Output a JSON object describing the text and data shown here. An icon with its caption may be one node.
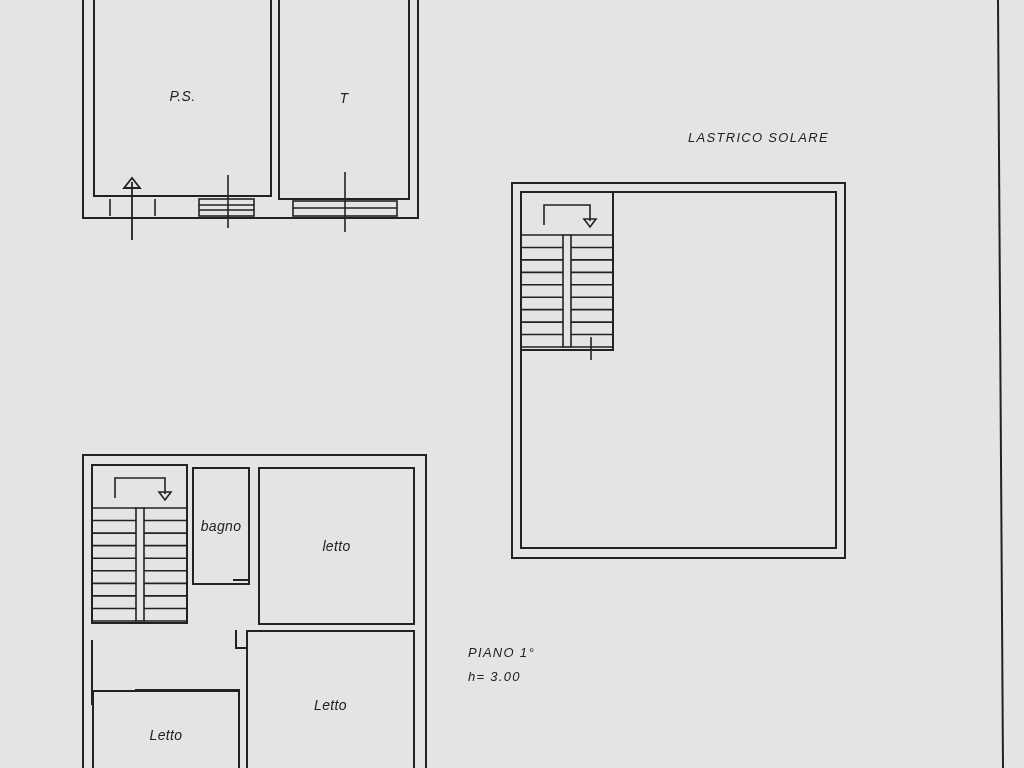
{
  "diagram": {
    "nodes": [
      {
        "text": [
          "P.S."
        ]
      },
      {
        "text": [
          "T"
        ]
      },
      {
        "text": [
          "bagno"
        ]
      },
      {
        "text": [
          "letto"
        ]
      },
      {
        "text": [
          "Letto"
        ]
      },
      {
        "text": [
          "Letto"
        ]
      }
    ],
    "labels": [
      "LASTRICO SOLARE",
      "PIANO 1°",
      "h= 3.00"
    ]
  }
}
